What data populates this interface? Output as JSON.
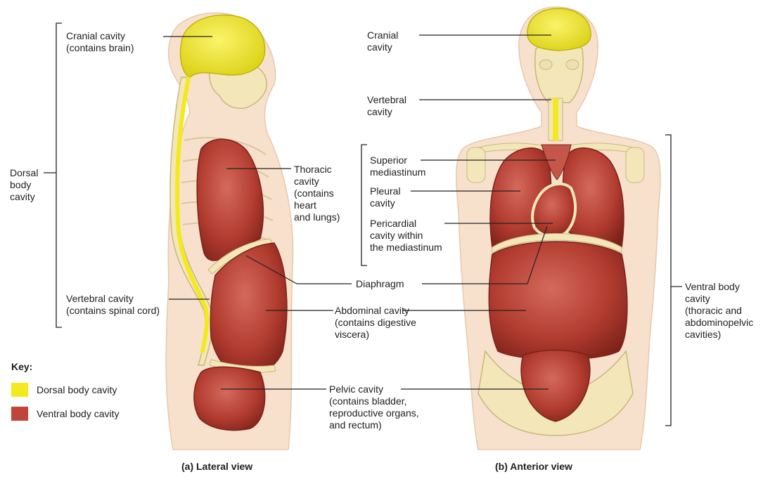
{
  "labels": {
    "cranial_lateral": [
      "Cranial cavity",
      "(contains brain)"
    ],
    "dorsal_body": [
      "Dorsal",
      "body",
      "cavity"
    ],
    "vertebral_lateral": [
      "Vertebral cavity",
      "(contains spinal cord)"
    ],
    "thoracic": [
      "Thoracic",
      "cavity",
      "(contains",
      "heart",
      "and lungs)"
    ],
    "diaphragm": [
      "Diaphragm"
    ],
    "abdominal": [
      "Abdominal cavity",
      "(contains digestive",
      "viscera)"
    ],
    "pelvic": [
      "Pelvic cavity",
      "(contains bladder,",
      "reproductive organs,",
      "and rectum)"
    ],
    "cranial_anterior": [
      "Cranial",
      "cavity"
    ],
    "vertebral_anterior": [
      "Vertebral",
      "cavity"
    ],
    "superior_mediastinum": [
      "Superior",
      "mediastinum"
    ],
    "pleural": [
      "Pleural",
      "cavity"
    ],
    "pericardial": [
      "Pericardial",
      "cavity within",
      "the mediastinum"
    ],
    "ventral_body": [
      "Ventral body",
      "cavity",
      "(thoracic and",
      "abdominopelvic",
      "cavities)"
    ]
  },
  "key": {
    "title": "Key:",
    "items": [
      {
        "label": "Dorsal body cavity",
        "color": "#f2ea1e"
      },
      {
        "label": "Ventral body cavity",
        "color": "#c0443a"
      }
    ]
  },
  "captions": {
    "lateral": "(a)  Lateral view",
    "anterior": "(b)  Anterior view"
  },
  "colors": {
    "skin": "#f8e1cc",
    "skin_outline": "#e8c7ab",
    "bone": "#f3e7ba",
    "bone_outline": "#c9b57c",
    "dorsal": "#f2ea1e",
    "ventral": "#b23c30",
    "ventral_light": "#d0675a",
    "line": "#222222"
  }
}
